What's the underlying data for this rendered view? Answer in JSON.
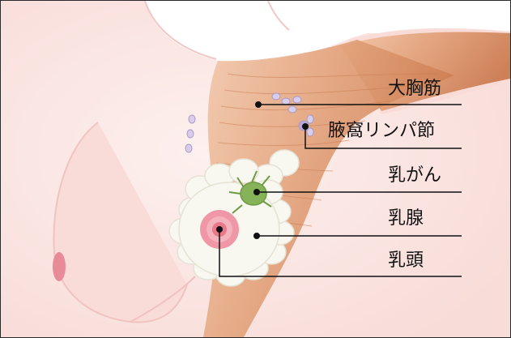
{
  "colors": {
    "skin": "#fbe7e4",
    "skin_shadow": "#f3cdca",
    "muscle": "#e3a27a",
    "muscle_dark": "#cf7e50",
    "gland": "#f7f6ef",
    "tumor": "#86b35a",
    "nipple": "#e7798a",
    "lymph_node": "#b9a7d8",
    "leader_line": "#111111"
  },
  "labels": [
    {
      "id": "pectoralis",
      "text": "大胸筋"
    },
    {
      "id": "axillary_lymph",
      "text": "腋窩リンパ節"
    },
    {
      "id": "cancer",
      "text": "乳がん"
    },
    {
      "id": "mammary_gland",
      "text": "乳腺"
    },
    {
      "id": "nipple",
      "text": "乳頭"
    }
  ]
}
